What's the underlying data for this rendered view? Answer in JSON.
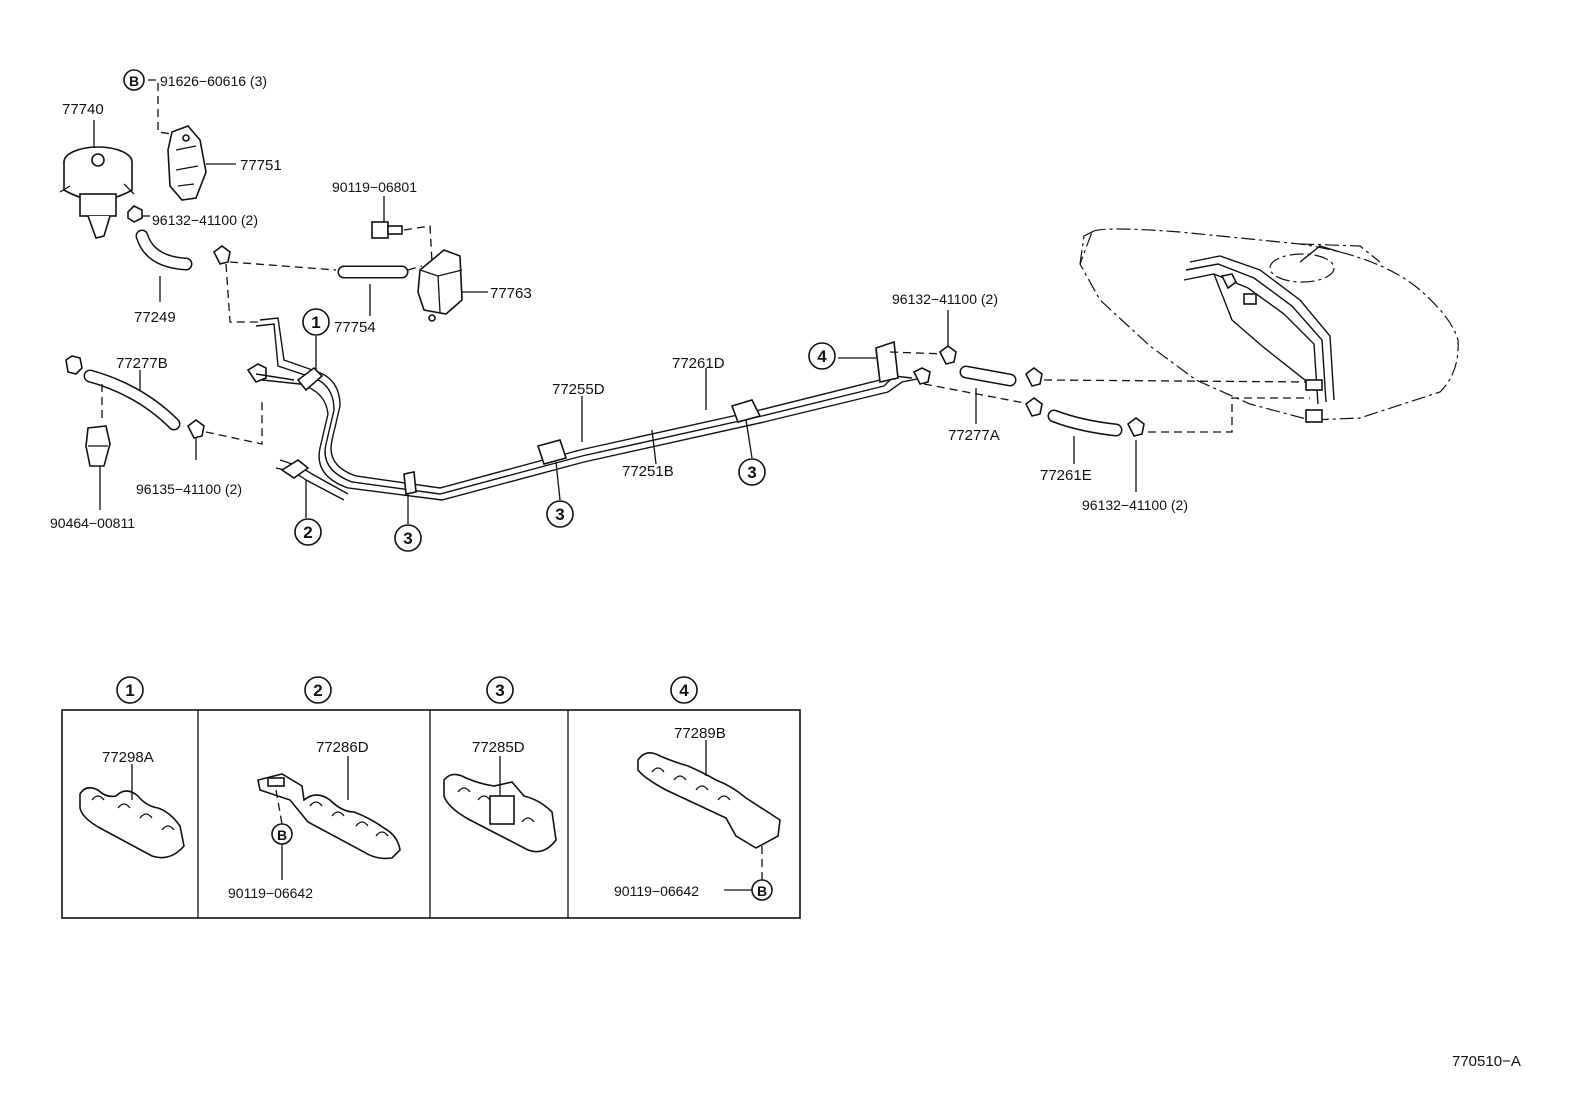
{
  "diagram_code": "770510−A",
  "callouts": {
    "c1": "1",
    "c2": "2",
    "c3": "3",
    "c4": "4",
    "b": "B"
  },
  "parts": {
    "p91626": "91626−60616 (3)",
    "p77740": "77740",
    "p77751": "77751",
    "p96132_top": "96132−41100 (2)",
    "p90119_06801": "90119−06801",
    "p77249": "77249",
    "p77754": "77754",
    "p77763": "77763",
    "p77277B": "77277B",
    "p96135": "96135−41100 (2)",
    "p90464": "90464−00811",
    "p77255D": "77255D",
    "p77261D": "77261D",
    "p77251B": "77251B",
    "p96132_right": "96132−41100 (2)",
    "p77277A": "77277A",
    "p77261E": "77261E",
    "p96132_bottom": "96132−41100 (2)"
  },
  "legend": {
    "box1_part": "77298A",
    "box2_part": "77286D",
    "box2_bolt": "90119−06642",
    "box3_part": "77285D",
    "box4_part": "77289B",
    "box4_bolt": "90119−06642"
  }
}
